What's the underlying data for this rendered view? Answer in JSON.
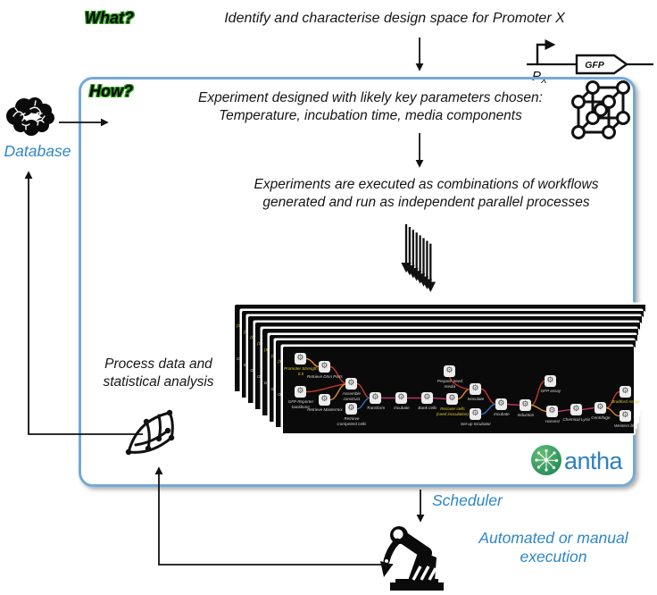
{
  "colors": {
    "box_border": "#74a9d8",
    "accent_blue": "#2e86c8",
    "halo_green": "#2f9e1e",
    "logo_green": "#2c9355",
    "logo_text_blue": "#2f80c0",
    "panel_bg": "#0a0a0a",
    "label_yellow": "#e3c735",
    "wire_orange": "#d98a2b",
    "wire_red": "#bf3a2b",
    "wire_blue": "#2f6fbe",
    "wire_magenta": "#b5336a"
  },
  "header": {
    "what_label": "What?",
    "title": "Identify and characterise design space for Promoter X"
  },
  "construct": {
    "promoter_main": "P",
    "promoter_sub": "X",
    "gene_label": "GFP"
  },
  "left": {
    "database_label": "Database",
    "process_line1": "Process data and",
    "process_line2": "statistical analysis"
  },
  "box": {
    "how_label": "How?",
    "design_line1": "Experiment designed with likely key parameters chosen:",
    "design_line2": "Temperature, incubation time, media components",
    "execute_line1": "Experiments are executed as combinations of workflows",
    "execute_line2": "generated and run as independent parallel processes"
  },
  "logo": {
    "name": "antha"
  },
  "bottom": {
    "scheduler_label": "Scheduler",
    "execution_line1": "Automated or manual",
    "execution_line2": "execution"
  },
  "workflow": {
    "back_fragment_top": "(Str",
    "back_fragment_bottom": "GFP",
    "nodes": [
      {
        "label": "Promoter Strength 0.5",
        "accent": true
      },
      {
        "label": "Retrieve DNA Parts"
      },
      {
        "label": "GFP Reporter backbone"
      },
      {
        "label": "Retrieve Mastermix"
      },
      {
        "label": "Assemble construct"
      },
      {
        "label": "Retrieve Competent cells"
      },
      {
        "label": "Transform"
      },
      {
        "label": "Incubate"
      },
      {
        "label": "Bank cells"
      },
      {
        "label": "Recover cells (seed inoculation)",
        "accent": true
      },
      {
        "label": "Prepare Seed media"
      },
      {
        "label": "Inoculate"
      },
      {
        "label": "Set-up Incubator"
      },
      {
        "label": "Incubate"
      },
      {
        "label": "Induction"
      },
      {
        "label": "GFP assay"
      },
      {
        "label": "Harvest"
      },
      {
        "label": "Chemical Lysis"
      },
      {
        "label": "Centrifuge"
      },
      {
        "label": "Bradford Assay",
        "accent": true
      },
      {
        "label": "Western blot"
      }
    ]
  }
}
